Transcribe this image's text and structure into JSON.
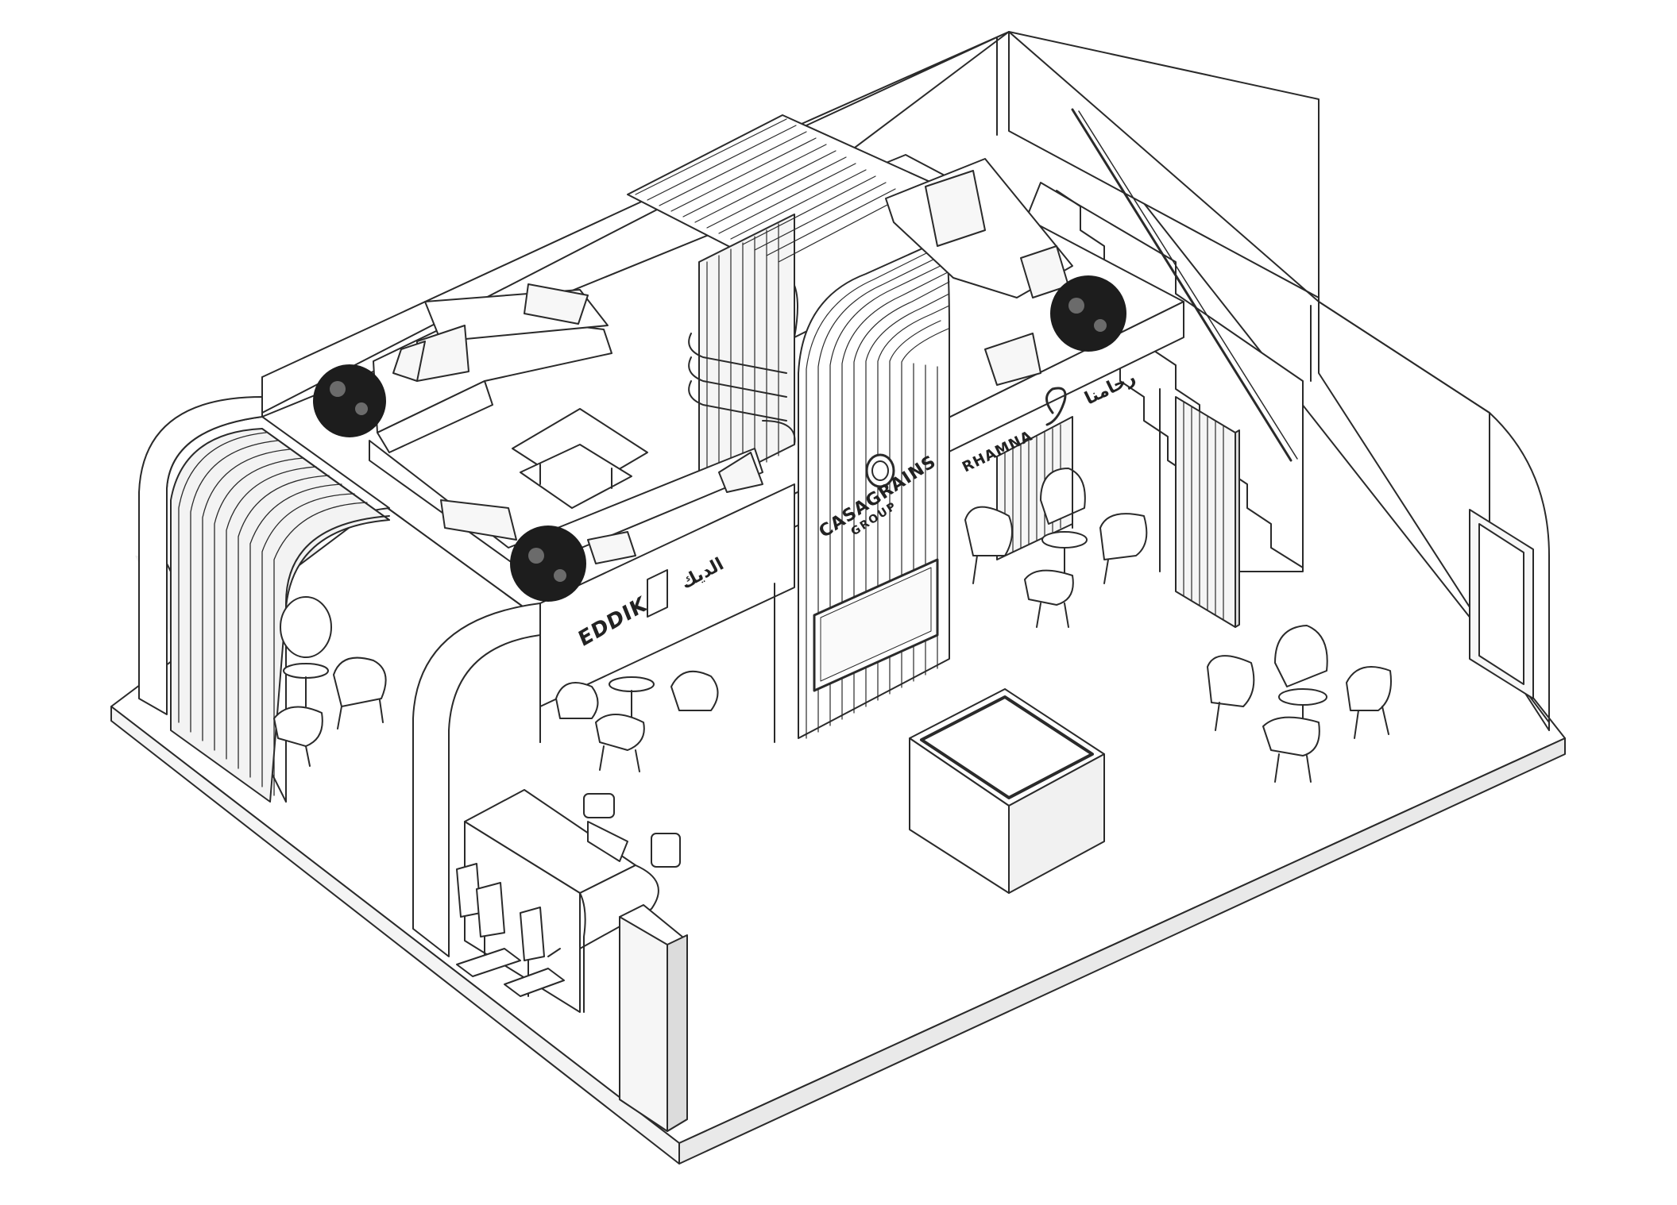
{
  "drawing": {
    "style": "isometric line drawing of an exhibition stand",
    "colors": {
      "line": "#2a2a2a",
      "fill": "#ffffff",
      "shade": "#f1f1f1",
      "shadow": "#ececec",
      "plant": "#1d1d1d"
    }
  },
  "signage": {
    "main_brand": "CASAGRAINS",
    "main_brand_sub": "GROUP",
    "brand_left": "EDDIK",
    "brand_left_arabic": "الديك",
    "brand_right": "RHAMNA",
    "brand_right_arabic": "رحامنا"
  },
  "icons": {
    "logo": "circular-emblem-icon",
    "brand_right_logo": "bird-logo-icon"
  }
}
